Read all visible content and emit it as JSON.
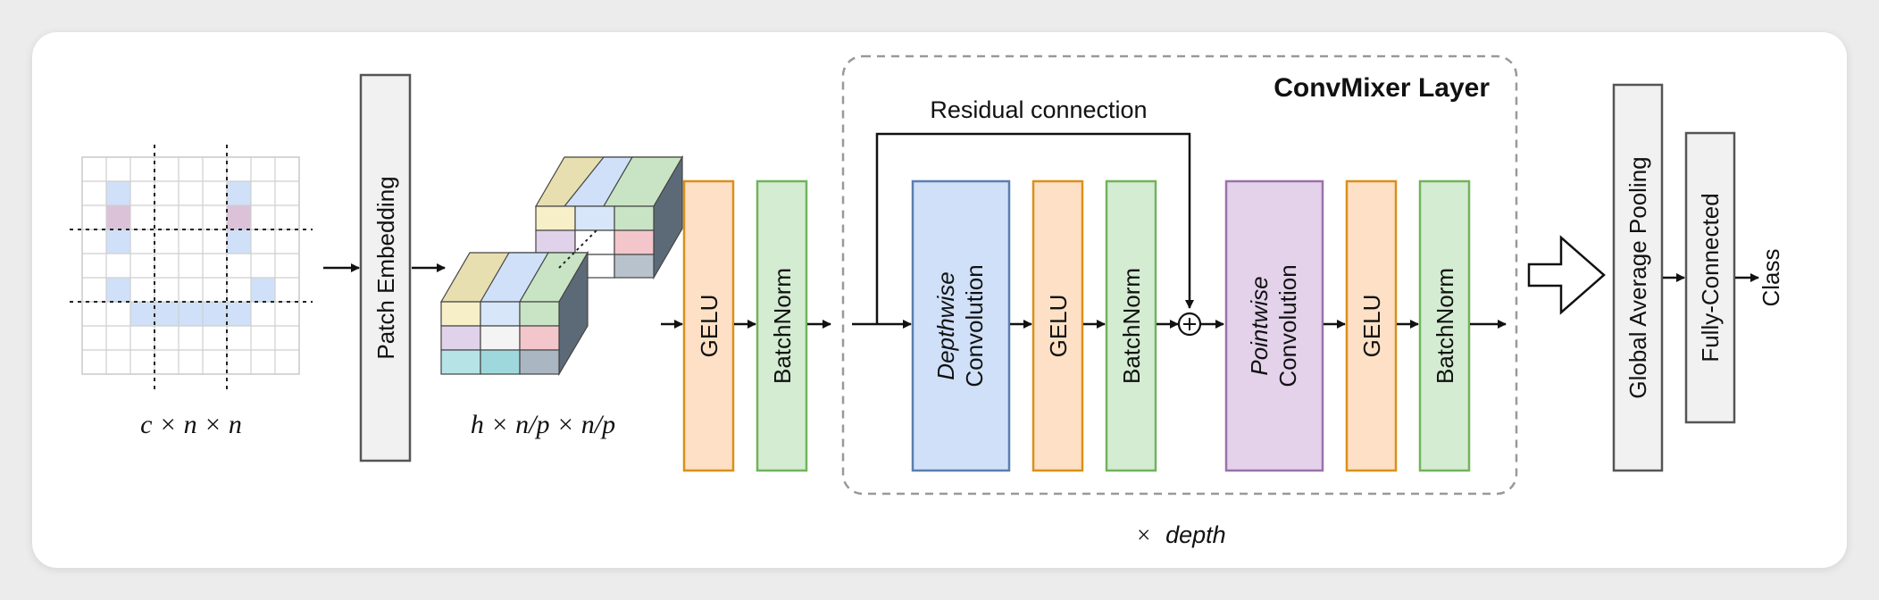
{
  "input_label": "c × n × n",
  "embedding_label": "h × n/p × n/p",
  "blocks": {
    "patch_embedding": "Patch Embedding",
    "gelu": "GELU",
    "batchnorm": "BatchNorm",
    "depthwise_italic": "Depthwise",
    "depthwise_conv": "Convolution",
    "pointwise_italic": "Pointwise",
    "pointwise_conv": "Convolution",
    "global_avg_pooling": "Global Average Pooling",
    "fully_connected": "Fully-Connected",
    "class": "Class"
  },
  "convmixer_title": "ConvMixer Layer",
  "residual_label": "Residual connection",
  "repeat_times": "×",
  "repeat_depth": "depth",
  "colors": {
    "gelu_fill": "#fde0c5",
    "gelu_stroke": "#d9901a",
    "bn_fill": "#d4ecd2",
    "bn_stroke": "#72b35c",
    "dw_fill": "#cfe0f8",
    "dw_stroke": "#5a7fb0",
    "pw_fill": "#e3d2ea",
    "pw_stroke": "#9a72ab",
    "gray_fill": "#f1f1f1",
    "gray_stroke": "#555555"
  }
}
